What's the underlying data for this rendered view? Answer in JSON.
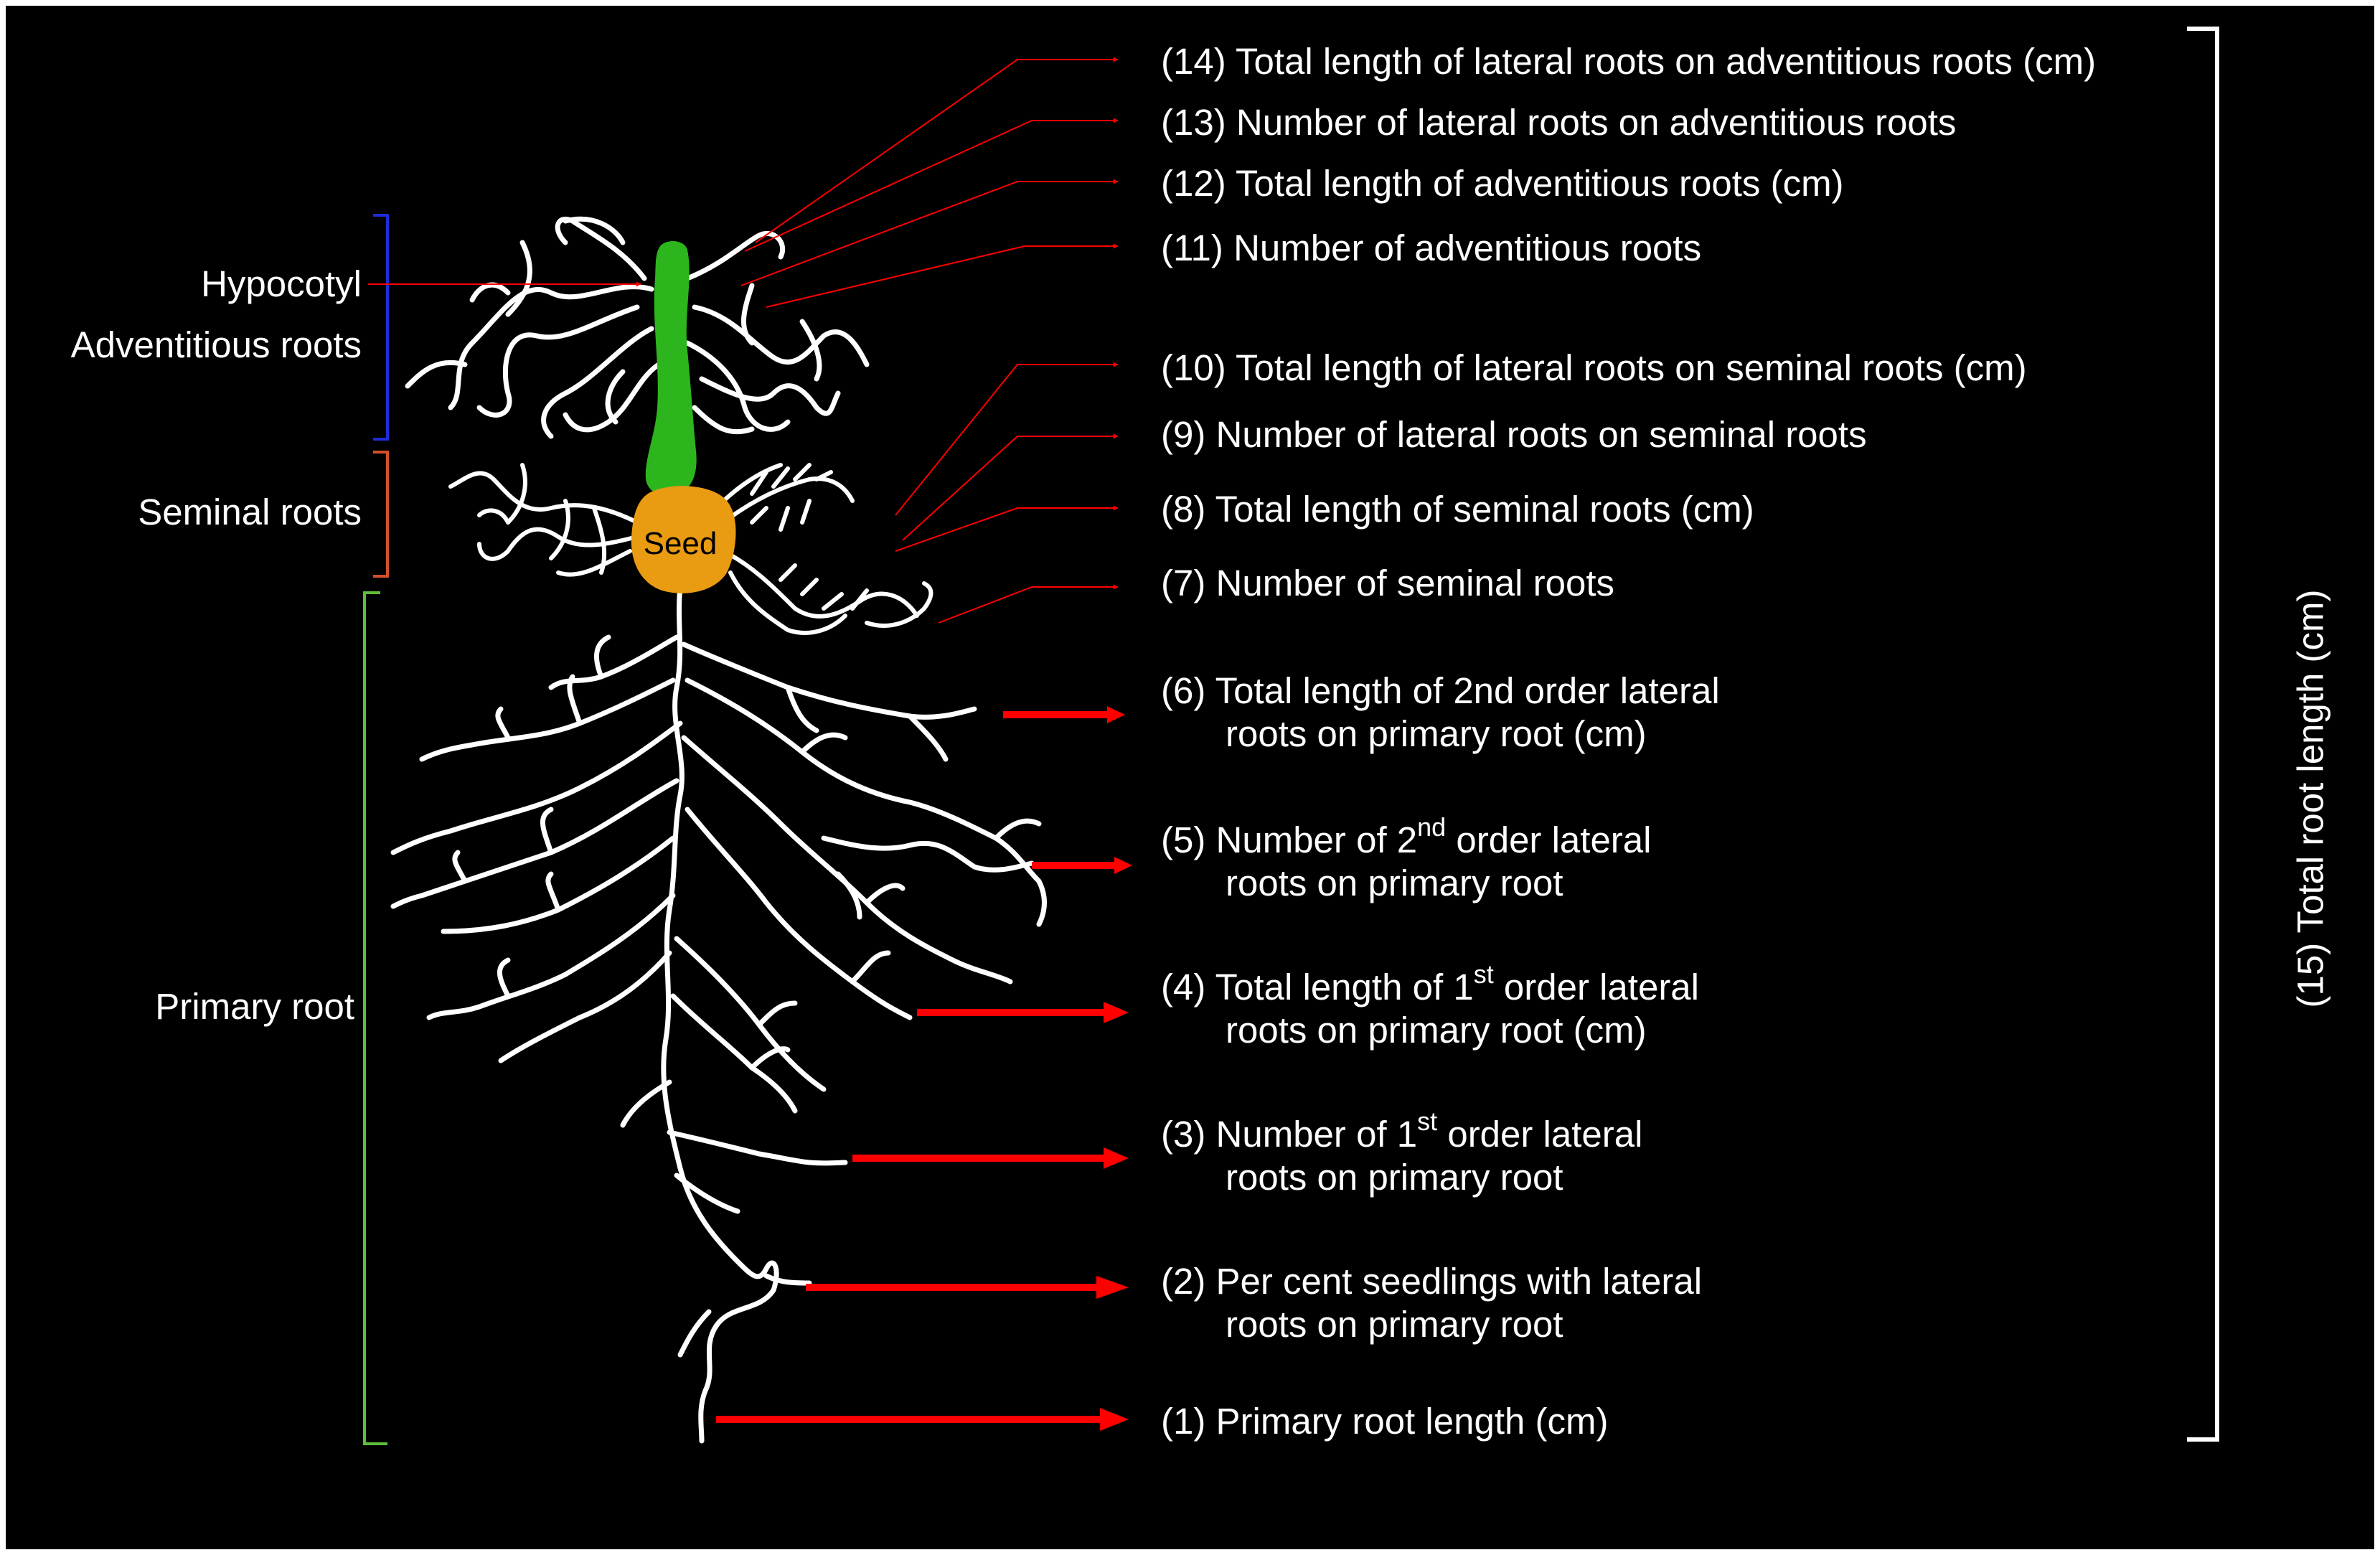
{
  "left_labels": {
    "hypocotyl": "Hypocotyl",
    "adventitious_roots": "Adventitious roots",
    "seminal_roots": "Seminal roots",
    "primary_root": "Primary root"
  },
  "seed_label": "Seed",
  "traits": [
    {
      "num": "(14)",
      "text": "Total length of lateral roots on adventitious roots (cm)"
    },
    {
      "num": "(13)",
      "text": "Number of lateral roots on adventitious roots"
    },
    {
      "num": "(12)",
      "text": "Total length of adventitious roots (cm)"
    },
    {
      "num": "(11)",
      "text": "Number of adventitious roots"
    },
    {
      "num": "(10)",
      "text": "Total length of lateral roots on seminal roots (cm)"
    },
    {
      "num": "(9)",
      "text": "Number of lateral roots on seminal roots"
    },
    {
      "num": "(8)",
      "text": "Total length of seminal roots (cm)"
    },
    {
      "num": "(7)",
      "text": "Number of seminal roots"
    },
    {
      "num": "(6)",
      "line1": "Total length of 2nd order lateral",
      "line2": "roots on primary root (cm)"
    },
    {
      "num": "(5)",
      "pre": "Number of 2",
      "sup": "nd",
      "post": " order lateral",
      "line2": "roots on primary root"
    },
    {
      "num": "(4)",
      "pre": "Total length of 1",
      "sup": "st",
      "post": " order lateral",
      "line2": "roots on primary root  (cm)"
    },
    {
      "num": "(3)",
      "pre": "Number of 1",
      "sup": "st",
      "post": " order lateral",
      "line2": "roots on primary root"
    },
    {
      "num": "(2)",
      "line1": "Per cent seedlings with lateral",
      "line2": "roots on primary root"
    },
    {
      "num": "(1)",
      "text": "Primary root length (cm)"
    }
  ],
  "total_label": "(15) Total root length (cm)",
  "colors": {
    "background": "#000000",
    "arrow": "#ff0000",
    "hypocotyl": "#2db51e",
    "seed": "#e99b12",
    "roots": "#ffffff",
    "bracket_adventitious": "#1f2bd6",
    "bracket_seminal": "#d3502a",
    "bracket_primary": "#5bbf3a",
    "bracket_total": "#ffffff"
  }
}
